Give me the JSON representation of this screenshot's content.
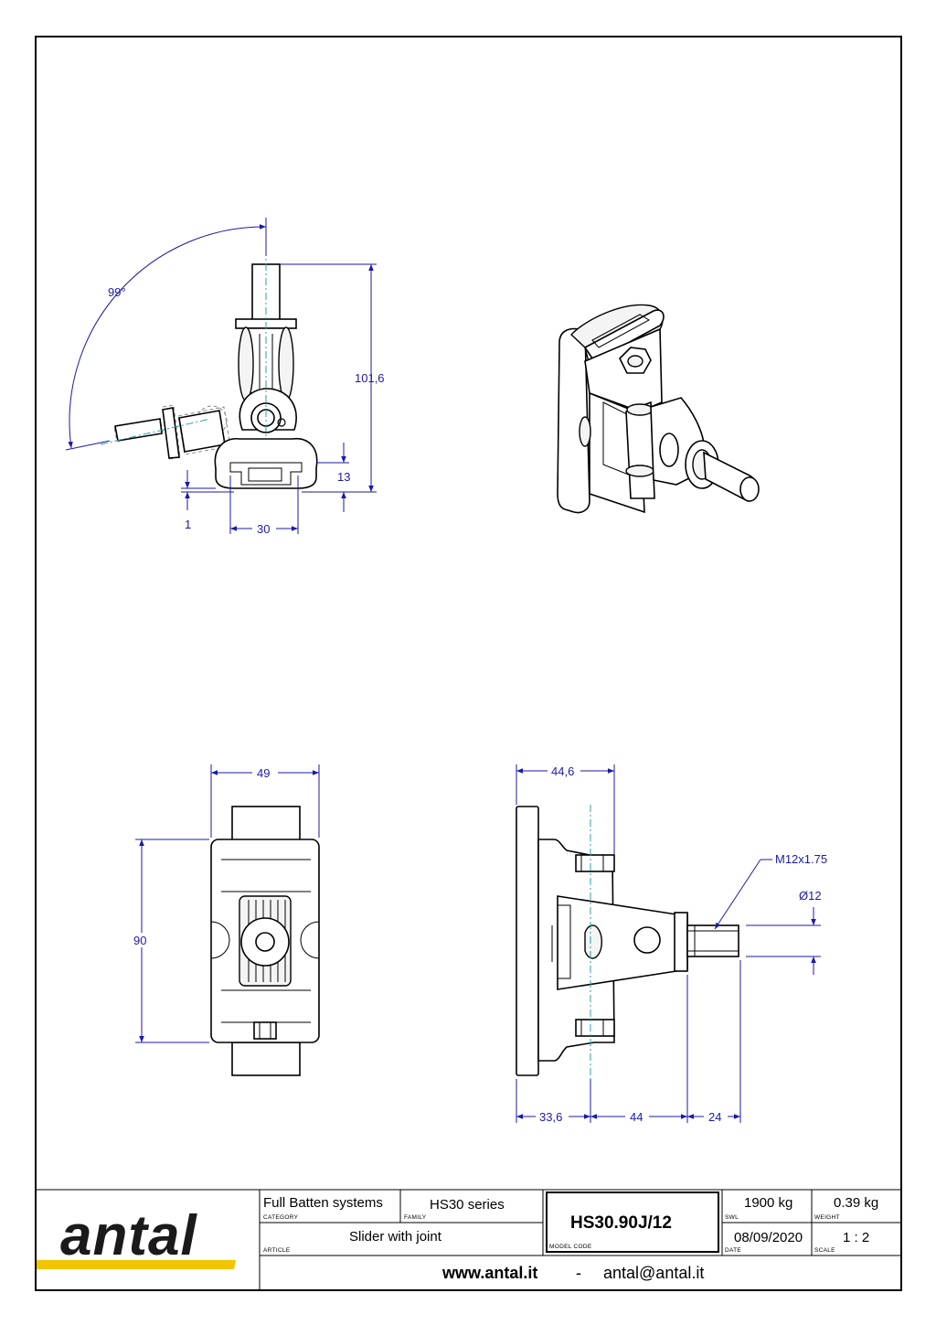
{
  "drawing": {
    "dimensions": {
      "angle": "99°",
      "height_total": "101,6",
      "height_rail": "13",
      "gap": "1",
      "width_rail": "30",
      "front_width": "49",
      "front_height": "90",
      "side_depth": "44,6",
      "thread": "M12x1.75",
      "diameter": "Ø12",
      "side_a": "33,6",
      "side_b": "44",
      "side_c": "24"
    }
  },
  "title_block": {
    "logo_text": "antal",
    "category_value": "Full Batten systems",
    "category_label": "CATEGORY",
    "family_value": "HS30 series",
    "family_label": "FAMILY",
    "article_value": "Slider with joint",
    "article_label": "ARTICLE",
    "model_code_value": "HS30.90J/12",
    "model_code_label": "MODEL CODE",
    "swl_value": "1900 kg",
    "swl_label": "SWL",
    "weight_value": "0.39 kg",
    "weight_label": "WEIGHT",
    "date_value": "08/09/2020",
    "date_label": "DATE",
    "scale_value": "1 : 2",
    "scale_label": "SCALE",
    "website": "www.antal.it",
    "separator": "-",
    "email": "antal@antal.it"
  },
  "colors": {
    "dimension": "#1a1aa8",
    "centerline": "#2aa0a0",
    "logo_stripe": "#f2c500"
  }
}
